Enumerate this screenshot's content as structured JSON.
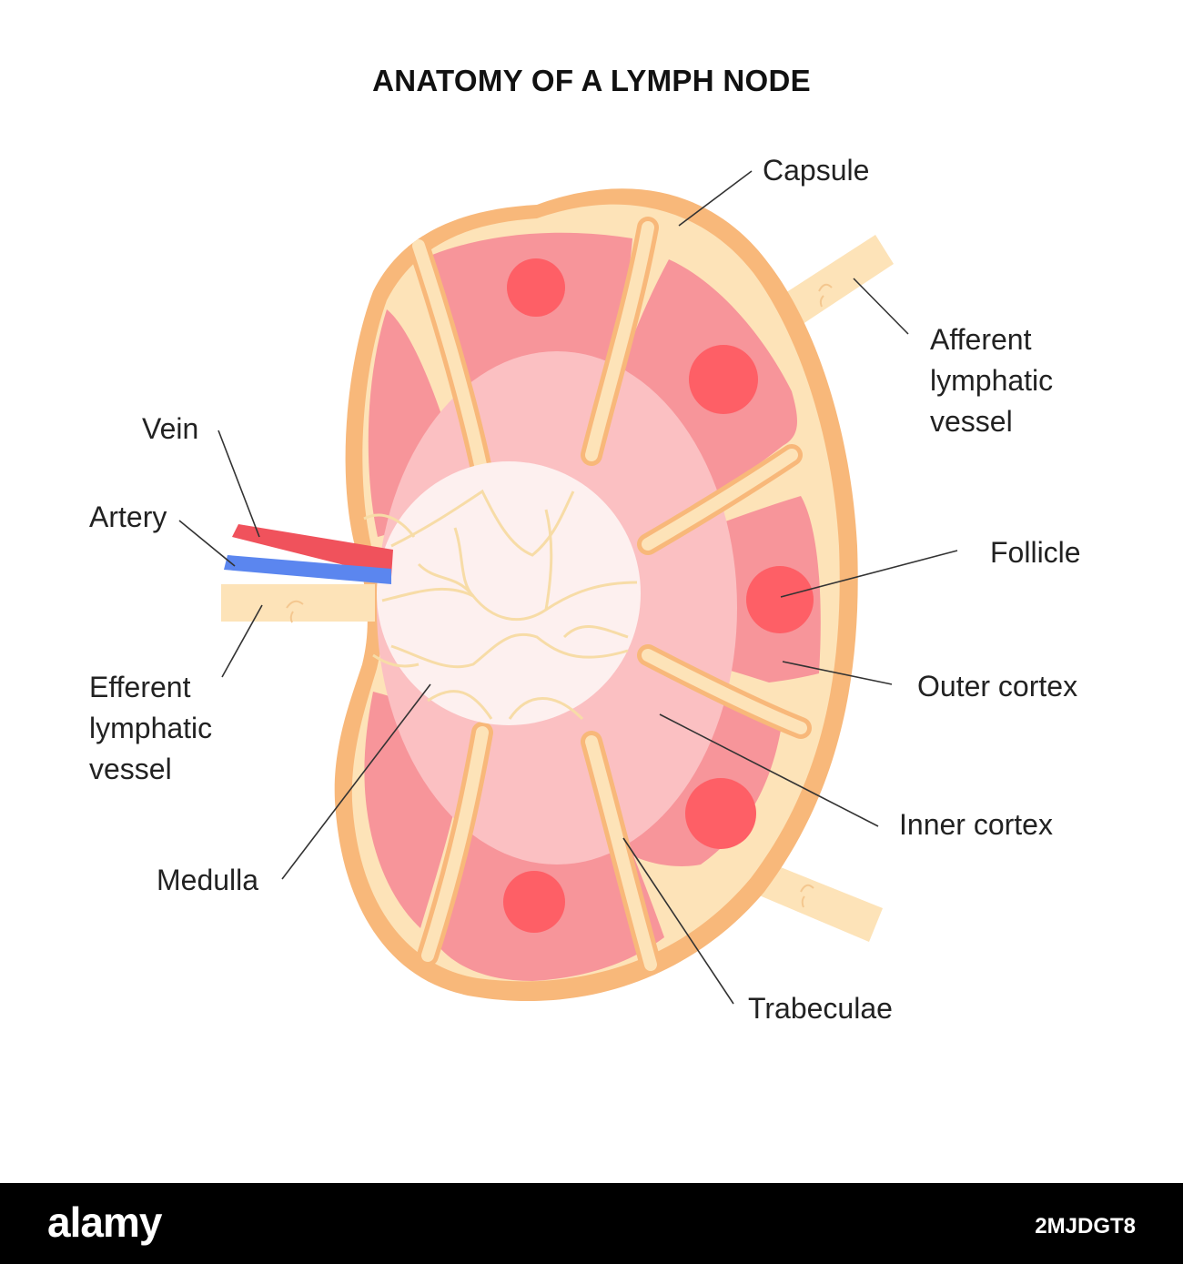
{
  "title": "ANATOMY OF A LYMPH NODE",
  "labels": {
    "capsule": "Capsule",
    "afferent": "Afferent\nlymphatic\nvessel",
    "vein": "Vein",
    "artery": "Artery",
    "follicle": "Follicle",
    "efferent": "Efferent\nlymphatic\nvessel",
    "outer_cortex": "Outer cortex",
    "inner_cortex": "Inner cortex",
    "medulla": "Medulla",
    "trabeculae": "Trabeculae"
  },
  "footer": {
    "logo": "alamy",
    "image_id": "2MJDGT8"
  },
  "colors": {
    "capsule": "#f8b87a",
    "septa": "#fde3b8",
    "outer_cortex": "#f7959a",
    "inner_cortex": "#fbc0c2",
    "medulla": "#fdf0ef",
    "follicle": "#fe5f66",
    "vein": "#f0525c",
    "artery": "#5b86ef"
  }
}
